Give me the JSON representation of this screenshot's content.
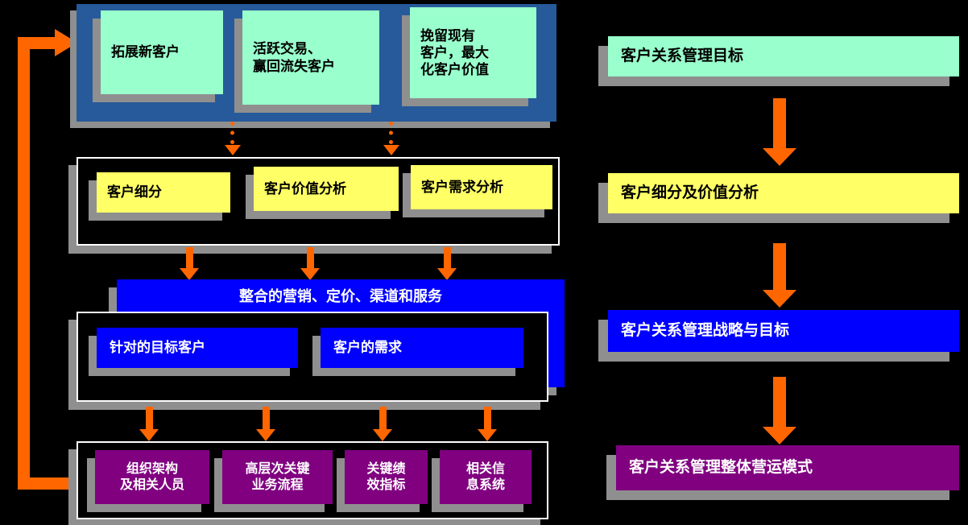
{
  "colors": {
    "background": "#000000",
    "panel_blue": "#275A9B",
    "mint_green": "#99FFCC",
    "yellow": "#FFFF66",
    "bright_blue": "#0000FF",
    "purple": "#800080",
    "shadow_gray": "#8F8F8F",
    "arrow_orange": "#FF6600",
    "frame_border": "#FFFFFF"
  },
  "left_flow": {
    "row1": {
      "box1": "拓展新客户",
      "box2": "活跃交易、\n赢回流失客户",
      "box3": "挽留现有\n客户，最大\n化客户价值"
    },
    "row2": {
      "box1": "客户细分",
      "box2": "客户价值分析",
      "box3": "客户需求分析"
    },
    "row3": {
      "banner": "整合的营销、定价、渠道和服务",
      "box1": "针对的目标客户",
      "box2": "客户的需求"
    },
    "row4": {
      "box1": "组织架构\n及相关人员",
      "box2": "高层次关键\n业务流程",
      "box3": "关键绩\n效指标",
      "box4": "相关信\n息系统"
    }
  },
  "right_column": {
    "stage1": "客户关系管理目标",
    "stage2": "客户细分及价值分析",
    "stage3": "客户关系管理战略与目标",
    "stage4": "客户关系管理整体营运模式"
  }
}
